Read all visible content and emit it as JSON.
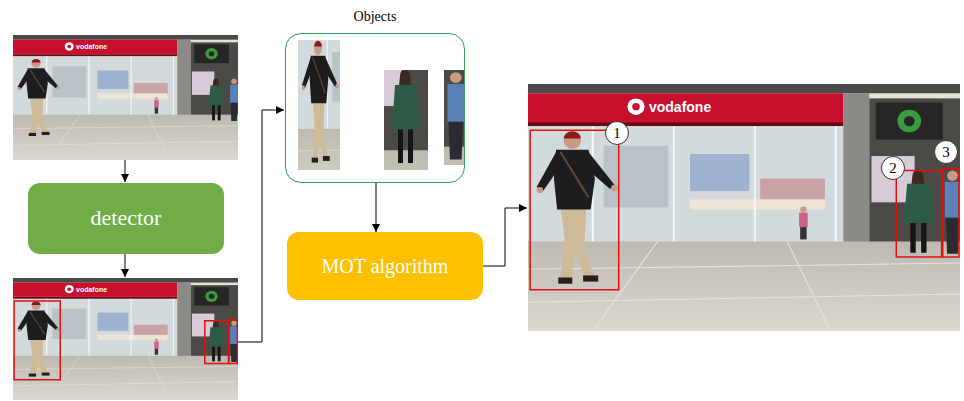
{
  "diagram": {
    "nodes": [
      {
        "text": [
          "detector"
        ]
      },
      {
        "text": [
          "Objects"
        ]
      },
      {
        "text": [
          "MOT algorithm"
        ]
      }
    ],
    "edges": [
      {
        "from": 1,
        "to": 2,
        "arrow": "to"
      }
    ],
    "labels": [
      "vodafone",
      "vodafone",
      "vodafone",
      "1",
      "2",
      "3"
    ]
  }
}
